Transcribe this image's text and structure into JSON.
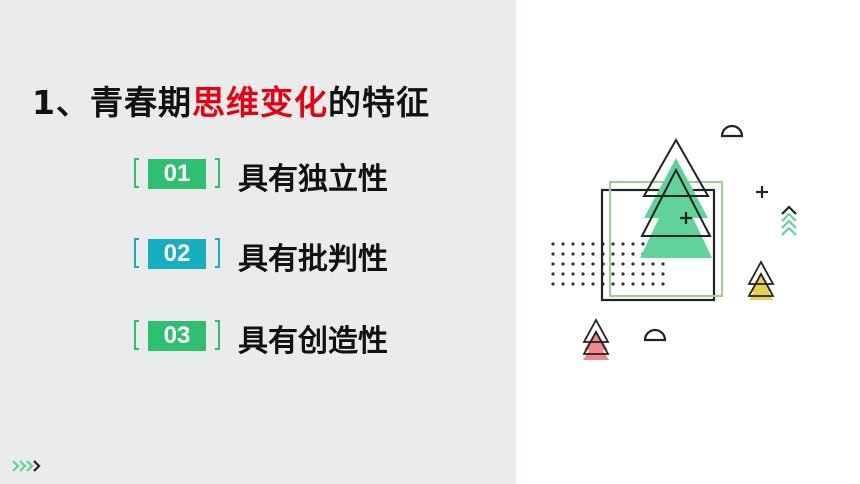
{
  "slide": {
    "title_prefix": "1、青春期",
    "title_highlight": "思维变化",
    "title_suffix": "的特征",
    "highlight_color": "#e60012",
    "items": [
      {
        "number": "01",
        "label": "具有独立性",
        "color": "#2fbf71"
      },
      {
        "number": "02",
        "label": "具有批判性",
        "color": "#17aebf"
      },
      {
        "number": "03",
        "label": "具有创造性",
        "color": "#2fbf71"
      }
    ]
  },
  "decor": {
    "left_panel_color": "#e9ecea",
    "accent_green": "#5fd39a",
    "accent_pink": "#f08a8a",
    "accent_yellow": "#e8d04a",
    "icons": [
      "triangle-tree-icon",
      "square-frame-icon",
      "dot-grid-icon",
      "semicircle-icon",
      "plus-icon",
      "chevrons-up-icon",
      "chevrons-right-icon"
    ]
  }
}
